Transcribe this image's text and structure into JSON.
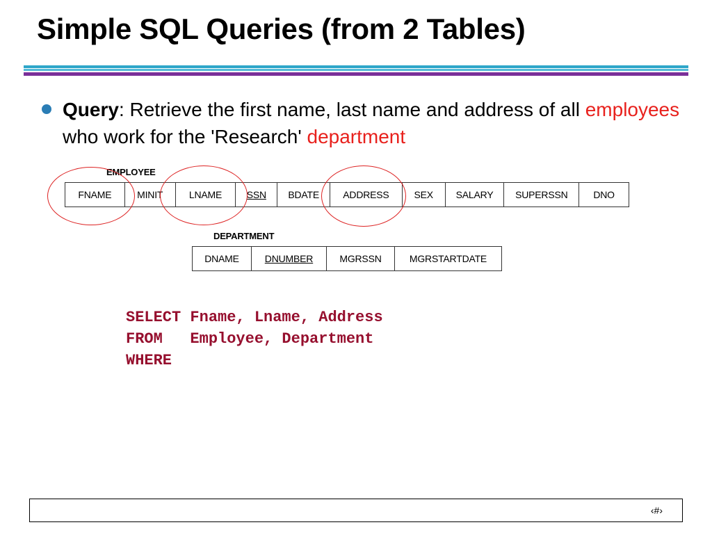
{
  "slide": {
    "title": "Simple SQL Queries (from 2 Tables)"
  },
  "bullet": {
    "label": "Query",
    "text_1": ": Retrieve the first name, last name and address of all ",
    "highlight_1": "employees",
    "text_2": " who work for the 'Research' ",
    "highlight_2": "department"
  },
  "employee_schema": {
    "label": "EMPLOYEE",
    "columns": [
      "FNAME",
      "MINIT",
      "LNAME",
      "SSN",
      "BDATE",
      "ADDRESS",
      "SEX",
      "SALARY",
      "SUPERSSN",
      "DNO"
    ],
    "primary_key": "SSN",
    "circled": [
      "FNAME",
      "LNAME",
      "ADDRESS"
    ]
  },
  "department_schema": {
    "label": "DEPARTMENT",
    "columns": [
      "DNAME",
      "DNUMBER",
      "MGRSSN",
      "MGRSTARTDATE"
    ],
    "primary_key": "DNUMBER"
  },
  "sql": {
    "line_1": "SELECT Fname, Lname, Address",
    "line_2": "FROM   Employee, Department",
    "line_3": "WHERE"
  },
  "footer": {
    "page_number": "‹#›"
  },
  "colors": {
    "highlight_red": "#e8211d",
    "sql_text": "#960f2e",
    "circle_red": "#d22222",
    "bullet_blue": "#2a7db5",
    "rule_cyan": "#2ea6c9",
    "rule_purple": "#7a2f99"
  }
}
